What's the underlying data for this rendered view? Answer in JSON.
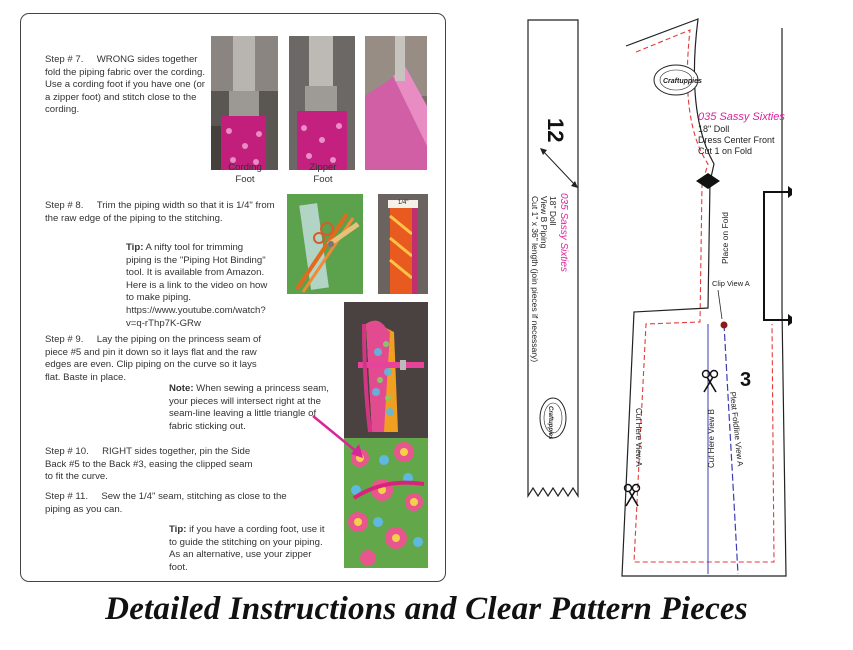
{
  "steps": [
    {
      "id": "step7",
      "number": "Step # 7.",
      "text": "WRONG sides together fold the piping fabric over the cording. Use a cording foot if you have one (or a zipper foot) and stitch close to the cording."
    },
    {
      "id": "step8",
      "number": "Step # 8.",
      "text": "Trim the piping width so that it is 1/4\" from the raw edge of the piping to the stitching."
    },
    {
      "id": "step9",
      "number": "Step # 9.",
      "text": "Lay the piping on the princess seam of piece #5 and pin it down so it lays flat and the raw edges are even. Clip piping on the curve so it lays flat.  Baste in place."
    },
    {
      "id": "step10",
      "number": "Step # 10.",
      "text": "RIGHT sides together, pin the Side Back #5 to the Back #3, easing the clipped seam to fit the curve."
    },
    {
      "id": "step11",
      "number": "Step # 11.",
      "text": "Sew the 1/4\" seam, stitching as close to the piping as you can."
    }
  ],
  "notes": {
    "tip1_label": "Tip:",
    "tip1_text": " A nifty tool for trimming piping is the \"Piping Hot Binding\" tool. It is available from Amazon. Here is a link to the video on how to make piping. https://www.youtube.com/watch?v=q-rThp7K-GRw",
    "note_label": "Note:",
    "note_text": " When sewing a princess seam, your pieces will intersect right at the seam-line leaving a little triangle of fabric sticking out.",
    "tip2_label": "Tip:",
    "tip2_text": " if you have a cording foot, use it to guide the stitching on your piping. As an alternative, use your zipper foot."
  },
  "photo_captions": {
    "cording_1": "Cording",
    "cording_2": "Foot",
    "zipper_1": "Zipper",
    "zipper_2": "Foot",
    "measure": "1/4\""
  },
  "pattern_12": {
    "number": "12",
    "brand": "035 Sassy Sixties",
    "line1": "18\" Doll",
    "line2": "View B Piping",
    "line3": "Cut 1\" x 36\" length (join pieces if necessary)",
    "logo": "Craftuppies"
  },
  "pattern_3": {
    "number": "3",
    "brand": "035 Sassy Sixties",
    "line1": "18\" Doll",
    "line2": "Dress Center Front",
    "line3": "Cut 1 on Fold",
    "logo": "Craftuppies",
    "place_on_fold": "Place on Fold",
    "clip": "Clip View A",
    "cut_a": "Cut Here View A",
    "cut_b": "Cut Here View B",
    "pleat": "Pleat Foldline View A"
  },
  "colors": {
    "brand_pink": "#d8259a",
    "cut_line_red": "#e23a3a",
    "fold_line_blue": "#3b3bb5"
  },
  "footer": {
    "caption": "Detailed Instructions and Clear Pattern Pieces"
  }
}
